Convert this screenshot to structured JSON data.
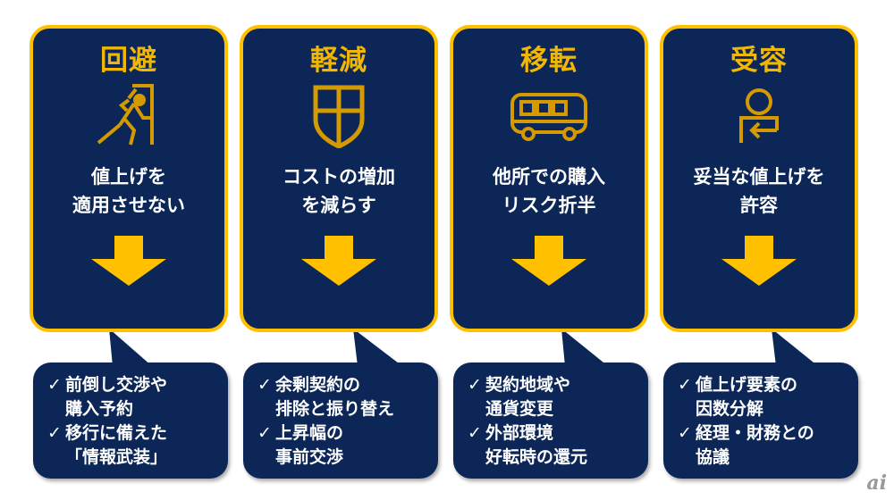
{
  "colors": {
    "navy": "#0b2657",
    "border": "#ffc000",
    "title": "#f2b705",
    "icon": "#d49a00"
  },
  "cards": [
    {
      "title": "回避",
      "icon": "running-exit-icon",
      "desc": "値上げを\n適用させない",
      "items": [
        "前倒し交渉や\n購入予約",
        "移行に備えた\n「情報武装」"
      ]
    },
    {
      "title": "軽減",
      "icon": "shield-icon",
      "desc": "コストの増加\nを減らす",
      "items": [
        "余剰契約の\n排除と振り替え",
        "上昇幅の\n事前交渉"
      ]
    },
    {
      "title": "移転",
      "icon": "bus-icon",
      "desc": "他所での購入\nリスク折半",
      "items": [
        "契約地域や\n通貨変更",
        "外部環境\n好転時の還元"
      ]
    },
    {
      "title": "受容",
      "icon": "person-accept-icon",
      "desc": "妥当な値上げを\n許容",
      "items": [
        "値上げ要素の\n因数分解",
        "経理・財務との\n協議"
      ]
    }
  ],
  "check_mark": "✓",
  "logo": "ai"
}
